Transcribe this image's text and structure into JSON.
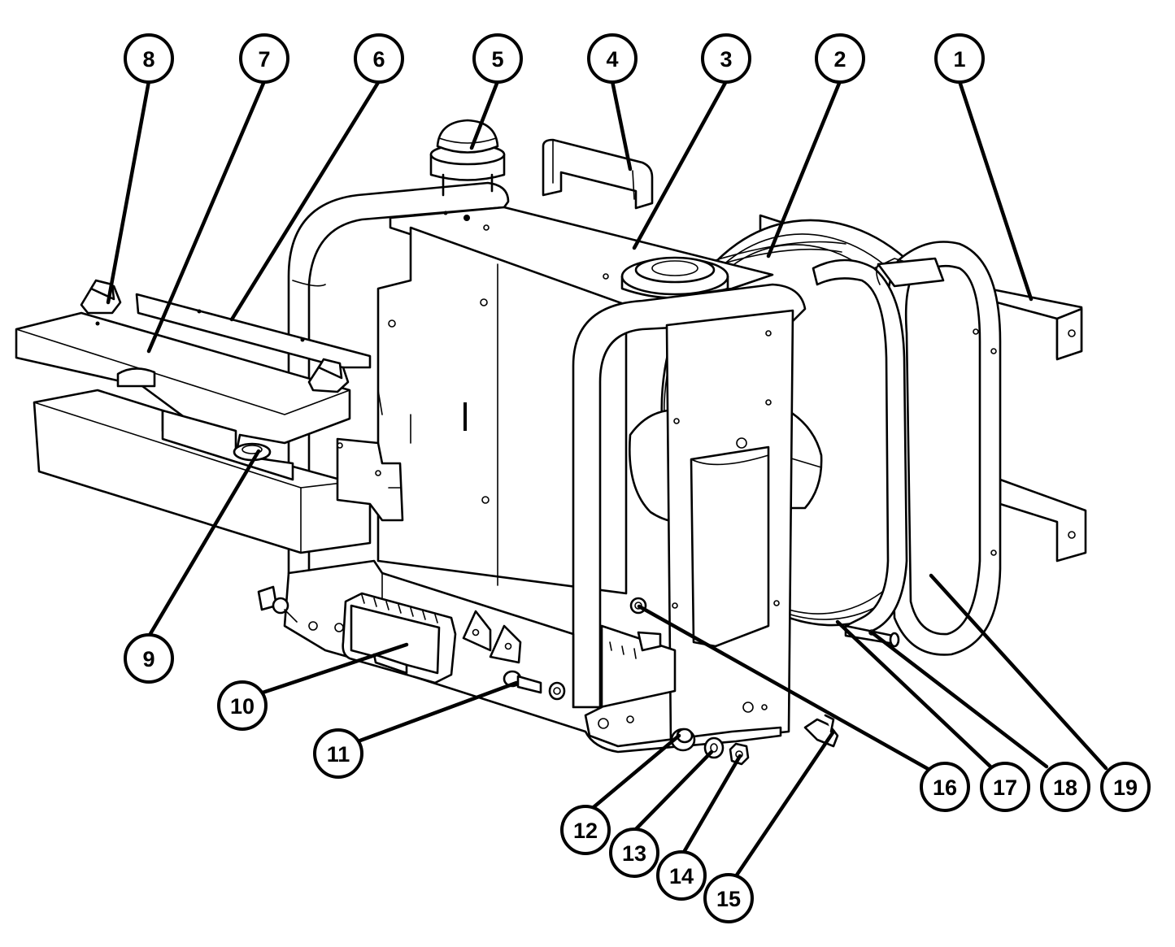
{
  "callouts": [
    {
      "label": "1"
    },
    {
      "label": "2"
    },
    {
      "label": "3"
    },
    {
      "label": "4"
    },
    {
      "label": "5"
    },
    {
      "label": "6"
    },
    {
      "label": "7"
    },
    {
      "label": "8"
    },
    {
      "label": "9"
    },
    {
      "label": "10"
    },
    {
      "label": "11"
    },
    {
      "label": "12"
    },
    {
      "label": "13"
    },
    {
      "label": "14"
    },
    {
      "label": "15"
    },
    {
      "label": "16"
    },
    {
      "label": "17"
    },
    {
      "label": "18"
    },
    {
      "label": "19"
    }
  ]
}
